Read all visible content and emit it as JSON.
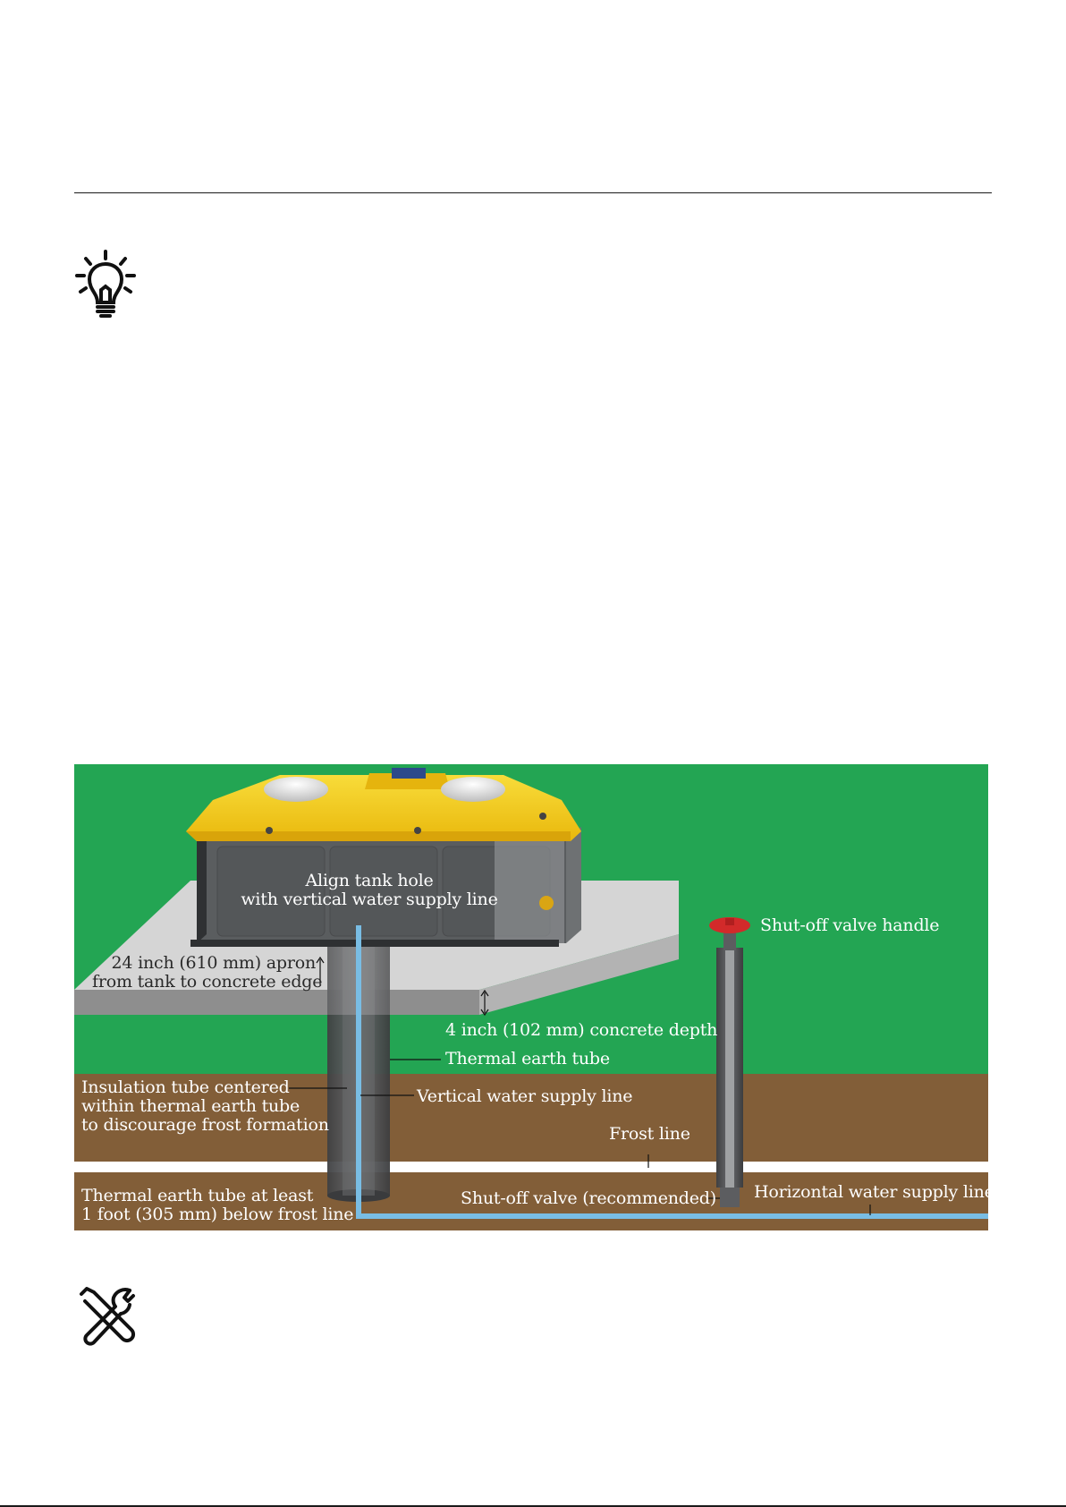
{
  "icons": {
    "tip": "lightbulb-icon",
    "tools": "wrench-screwdriver-icon"
  },
  "colors": {
    "grass": "#23a553",
    "soil": "#825e38",
    "frost_band": "#ffffff",
    "concrete_top": "#d5d5d5",
    "concrete_side": "#8e8e8e",
    "tank_body": "#5a5d5f",
    "tank_lid": "#f6d219",
    "tube": "#5e5f61",
    "water_line": "#79bde4",
    "valve_handle": "#d22a2a"
  },
  "diagram": {
    "labels": {
      "align_tank_line1": "Align tank hole",
      "align_tank_line2": "with vertical water supply line",
      "apron_line1": "24 inch (610 mm) apron",
      "apron_line2": "from tank to concrete edge",
      "concrete_depth": "4 inch (102 mm) concrete depth",
      "thermal_tube": "Thermal earth tube",
      "insulation_line1": "Insulation tube centered",
      "insulation_line2": "within thermal earth tube",
      "insulation_line3": "to discourage frost formation",
      "vertical_supply": "Vertical water supply line",
      "frost_line": "Frost line",
      "depth_line1": "Thermal earth tube at least",
      "depth_line2": "1 foot (305 mm) below frost line",
      "shutoff_valve": "Shut-off valve (recommended)",
      "horizontal_supply": "Horizontal water supply line",
      "valve_handle": "Shut-off valve handle"
    }
  }
}
